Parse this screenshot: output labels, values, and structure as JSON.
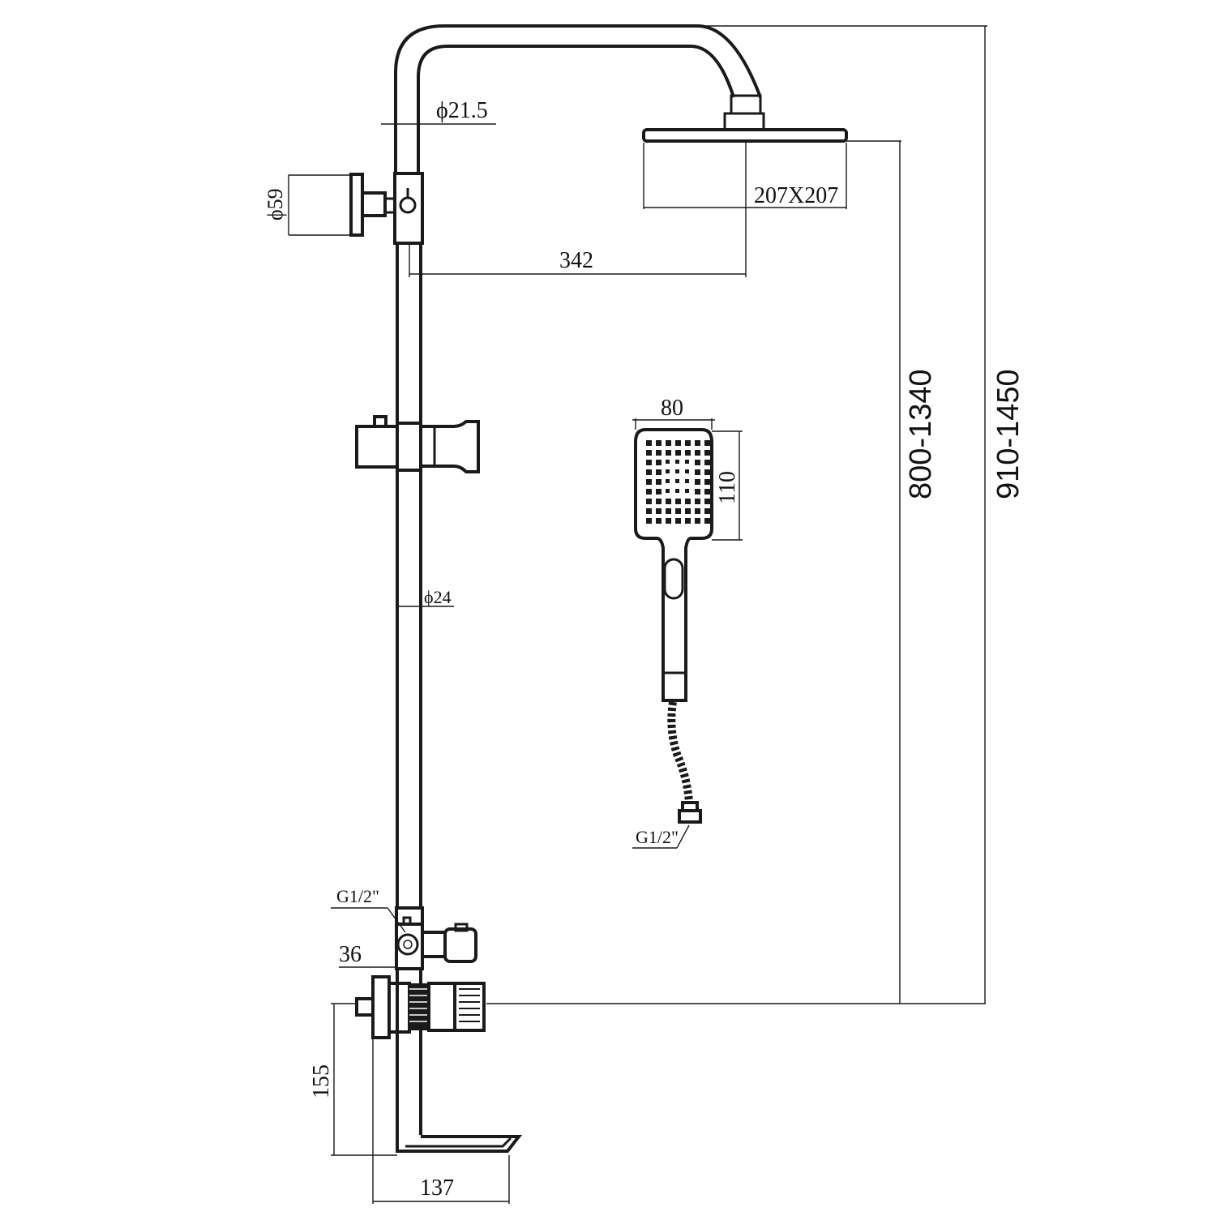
{
  "diagram": {
    "dimensions": {
      "upper_pipe_diameter": "ϕ21.5",
      "wall_bracket_diameter": "ϕ59",
      "head_size": "207X207",
      "arm_reach": "342",
      "rail_diameter": "ϕ24",
      "hand_shower_width": "80",
      "hand_shower_height": "110",
      "hose_thread": "G1/2\"",
      "outlet_thread": "G1/2\"",
      "valve_offset": "36",
      "spout_height": "155",
      "spout_length": "137",
      "head_height_range": "800-1340",
      "total_height_range": "910-1450"
    }
  }
}
